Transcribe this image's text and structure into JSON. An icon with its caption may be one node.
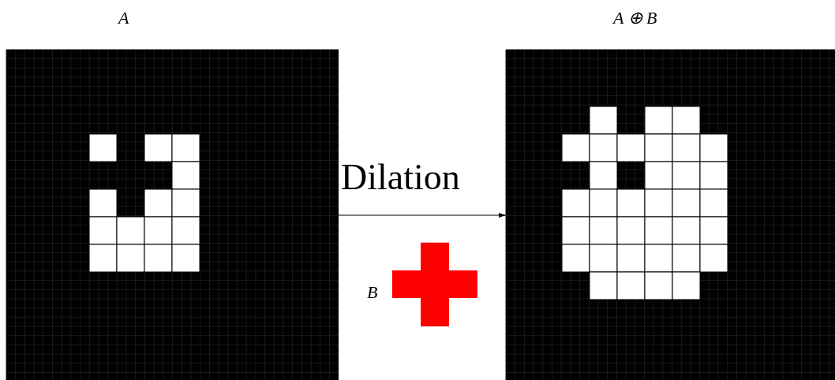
{
  "diagram": {
    "nodes": [
      {
        "text": [
          "A"
        ]
      },
      {
        "text": [
          "A ⊕ B"
        ]
      },
      {
        "text": [],
        "shape": "cross",
        "beside": [
          "B"
        ]
      }
    ],
    "edges": [
      {
        "from": 0,
        "to": 1,
        "arrow": "to",
        "label": "Dilation"
      }
    ]
  }
}
